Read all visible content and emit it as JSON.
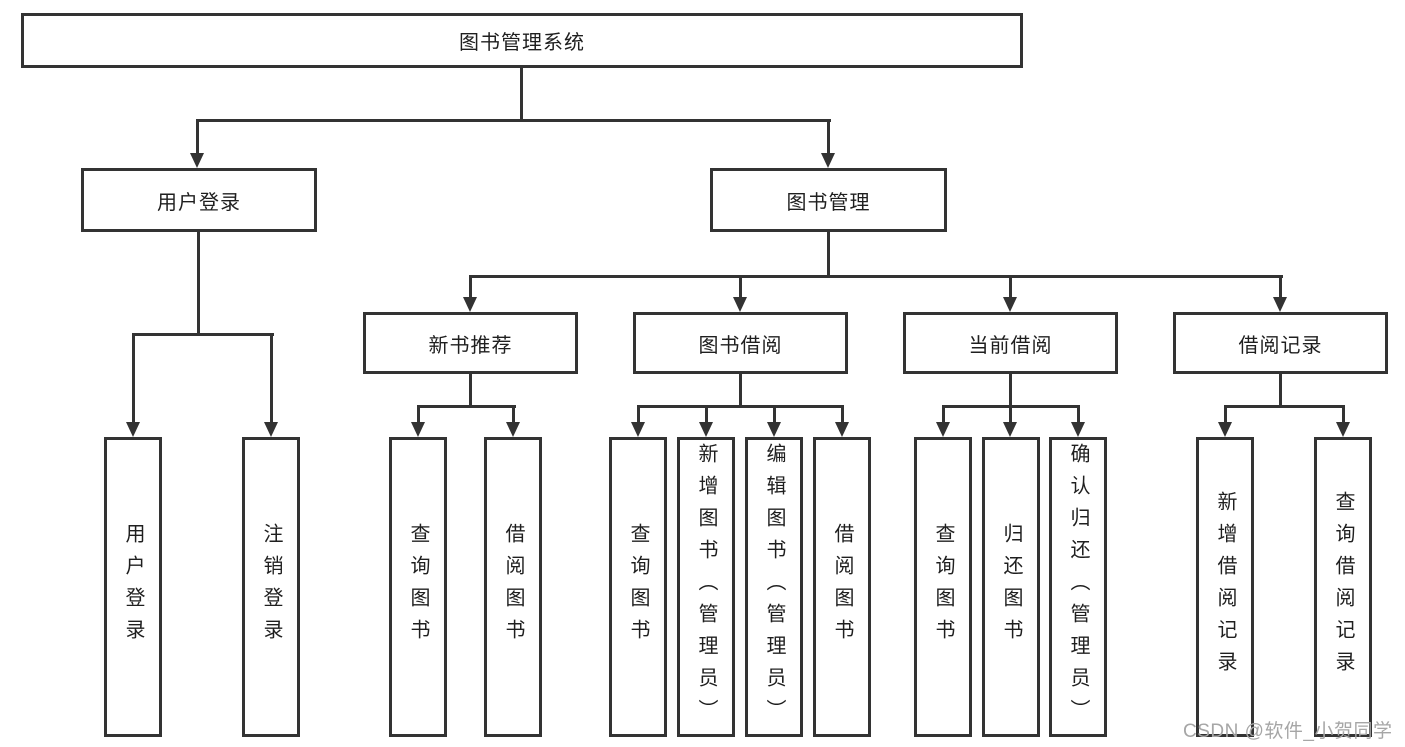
{
  "diagram": {
    "title_node": {
      "label": "图书管理系统"
    },
    "level2": [
      {
        "id": "user-login",
        "label": "用户登录"
      },
      {
        "id": "book-management",
        "label": "图书管理"
      }
    ],
    "level3": [
      {
        "id": "new-book-recommend",
        "label": "新书推荐"
      },
      {
        "id": "book-borrow",
        "label": "图书借阅"
      },
      {
        "id": "current-borrow",
        "label": "当前借阅"
      },
      {
        "id": "borrow-records",
        "label": "借阅记录"
      }
    ],
    "leaves": [
      {
        "group": "user-login",
        "label": "用户登录"
      },
      {
        "group": "user-login",
        "label": "注销登录"
      },
      {
        "group": "new-book-recommend",
        "label": "查询图书"
      },
      {
        "group": "new-book-recommend",
        "label": "借阅图书"
      },
      {
        "group": "book-borrow",
        "label": "查询图书"
      },
      {
        "group": "book-borrow",
        "label": "新增图书（管理员）"
      },
      {
        "group": "book-borrow",
        "label": "编辑图书（管理员）"
      },
      {
        "group": "book-borrow",
        "label": "借阅图书"
      },
      {
        "group": "current-borrow",
        "label": "查询图书"
      },
      {
        "group": "current-borrow",
        "label": "归还图书"
      },
      {
        "group": "current-borrow",
        "label": "确认归还（管理员）"
      },
      {
        "group": "borrow-records",
        "label": "新增借阅记录"
      },
      {
        "group": "borrow-records",
        "label": "查询借阅记录"
      }
    ],
    "watermark": "CSDN @软件_小贺同学",
    "icons": {
      "arrow_down": "solid triangle pointing down"
    },
    "colors": {
      "line": "#333333",
      "box_border": "#333333",
      "text": "#1f1f1f",
      "background": "#ffffff",
      "watermark": "#a6a6a6"
    }
  }
}
